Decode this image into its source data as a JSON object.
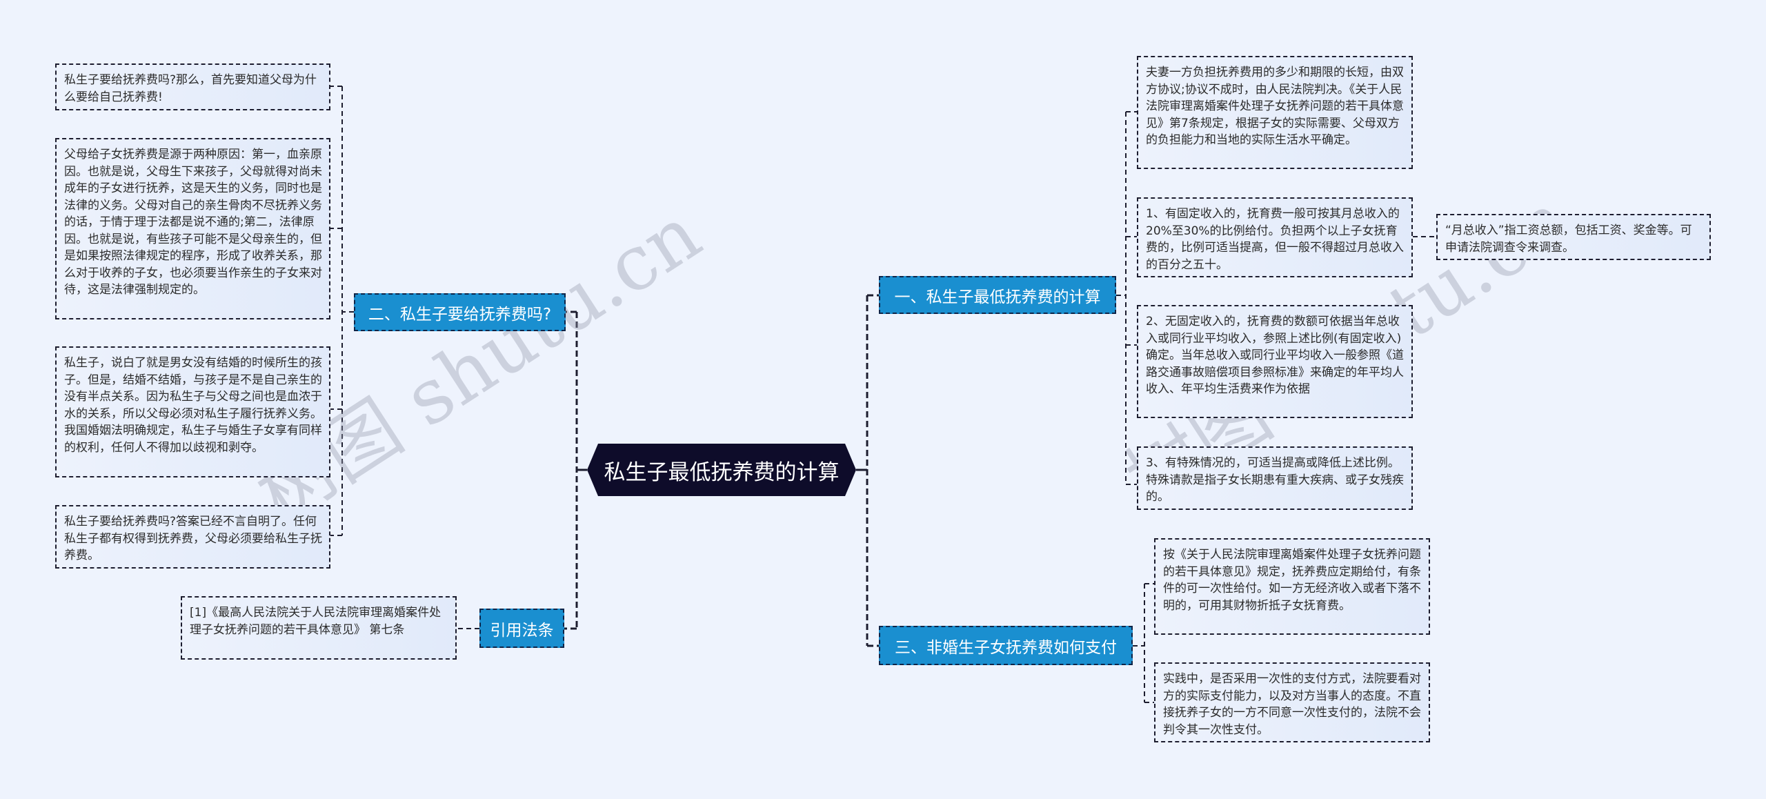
{
  "root": {
    "title": "私生子最低抚养费的计算"
  },
  "branches": {
    "b1": {
      "label": "一、私生子最低抚养费的计算",
      "children": [
        "夫妻一方负担抚养费用的多少和期限的长短，由双方协议;协议不成时，由人民法院判决。《关于人民法院审理离婚案件处理子女抚养问题的若干具体意见》第7条规定，根据子女的实际需要、父母双方的负担能力和当地的实际生活水平确定。",
        "1、有固定收入的，抚育费一般可按其月总收入的20%至30%的比例给付。负担两个以上子女抚育费的，比例可适当提高，但一般不得超过月总收入的百分之五十。",
        "2、无固定收入的，抚育费的数额可依据当年总收入或同行业平均收入，参照上述比例(有固定收入)确定。当年总收入或同行业平均收入一般参照《道路交通事故赔偿项目参照标准》来确定的年平均人收入、年平均生活费来作为依据",
        "3、有特殊情况的，可适当提高或降低上述比例。特殊请款是指子女长期患有重大疾病、或子女残疾的。"
      ],
      "grandchild": "“月总收入”指工资总额，包括工资、奖金等。可申请法院调查令来调查。"
    },
    "b2": {
      "label": "二、私生子要给抚养费吗?",
      "children": [
        "私生子要给抚养费吗?那么，首先要知道父母为什么要给自己抚养费!",
        "父母给子女抚养费是源于两种原因：第一，血亲原因。也就是说，父母生下来孩子，父母就得对尚未成年的子女进行抚养，这是天生的义务，同时也是法律的义务。父母对自己的亲生骨肉不尽抚养义务的话，于情于理于法都是说不通的;第二，法律原因。也就是说，有些孩子可能不是父母亲生的，但是如果按照法律规定的程序，形成了收养关系，那么对于收养的子女，也必须要当作亲生的子女来对待，这是法律强制规定的。",
        "私生子，说白了就是男女没有结婚的时候所生的孩子。但是，结婚不结婚，与孩子是不是自己亲生的没有半点关系。因为私生子与父母之间也是血浓于水的关系，所以父母必须对私生子履行抚养义务。我国婚姻法明确规定，私生子与婚生子女享有同样的权利，任何人不得加以歧视和剥夺。",
        "私生子要给抚养费吗?答案已经不言自明了。任何私生子都有权得到抚养费，父母必须要给私生子抚养费。"
      ]
    },
    "b3": {
      "label": "三、非婚生子女抚养费如何支付",
      "children": [
        "按《关于人民法院审理离婚案件处理子女抚养问题的若干具体意见》规定，抚养费应定期给付，有条件的可一次性给付。如一方无经济收入或者下落不明的，可用其财物折抵子女抚育费。",
        "实践中，是否采用一次性的支付方式，法院要看对方的实际支付能力，以及对方当事人的态度。不直接抚养子女的一方不同意一次性支付的，法院不会判令其一次性支付。"
      ]
    },
    "b4": {
      "label": "引用法条",
      "children": [
        "[1]《最高人民法院关于人民法院审理离婚案件处理子女抚养问题的若干具体意见》 第七条"
      ]
    }
  },
  "watermark": {
    "left": "树图 shutu.cn",
    "right": "树图 shutu.cn"
  },
  "colors": {
    "background": "#eef3fd",
    "root_fill": "#0e0c2a",
    "topic_fill": "#1a8fd0",
    "leaf_fill": "#e6edfb",
    "line": "#1c1c2e"
  }
}
